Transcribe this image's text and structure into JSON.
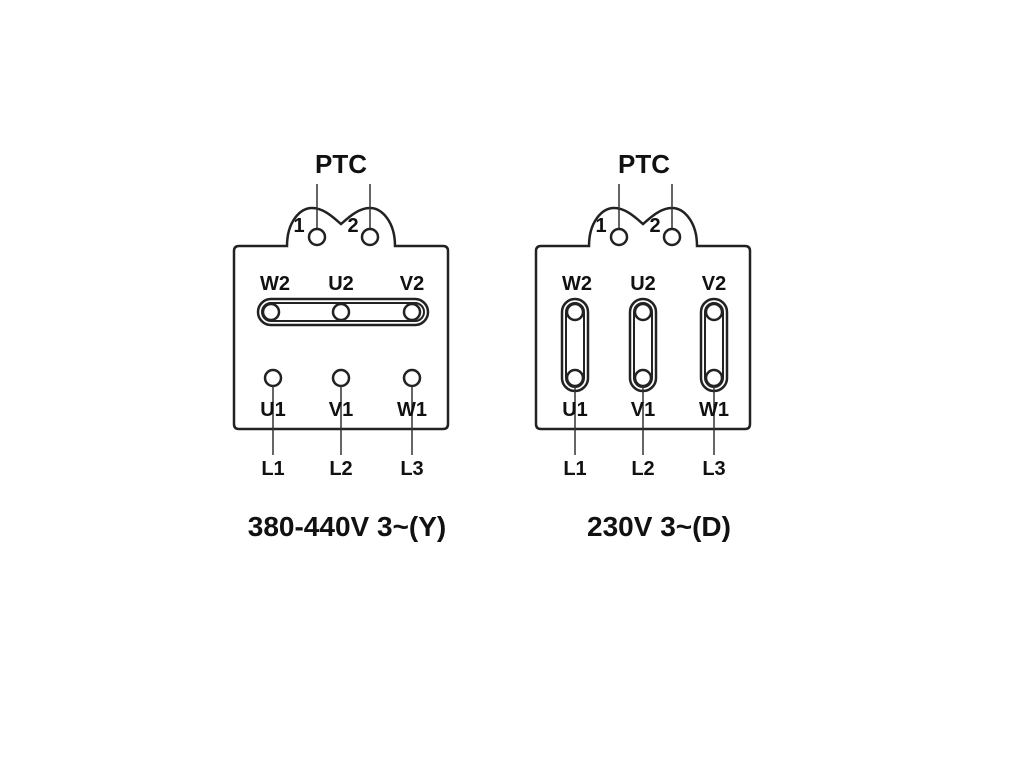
{
  "diagrams": [
    {
      "id": "star",
      "ptc_label": "PTC",
      "ptc_terminals": [
        "1",
        "2"
      ],
      "top_terminals": [
        "W2",
        "U2",
        "V2"
      ],
      "bottom_terminals": [
        "U1",
        "V1",
        "W1"
      ],
      "line_labels": [
        "L1",
        "L2",
        "L3"
      ],
      "caption": "380-440V 3~(Y)"
    },
    {
      "id": "delta",
      "ptc_label": "PTC",
      "ptc_terminals": [
        "1",
        "2"
      ],
      "top_terminals": [
        "W2",
        "U2",
        "V2"
      ],
      "bottom_terminals": [
        "U1",
        "V1",
        "W1"
      ],
      "line_labels": [
        "L1",
        "L2",
        "L3"
      ],
      "caption": "230V 3~(D)"
    }
  ]
}
